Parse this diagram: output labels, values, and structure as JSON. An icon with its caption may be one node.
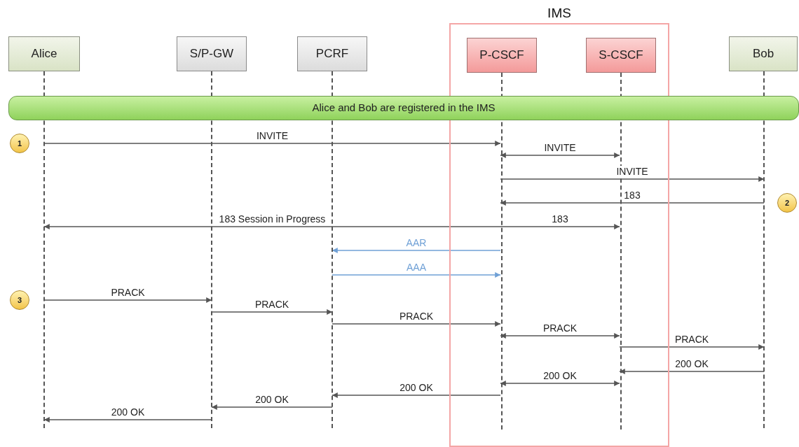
{
  "diagram": {
    "nodes": [
      {
        "text": [
          "IMS"
        ]
      },
      {
        "text": [
          "Alice"
        ]
      },
      {
        "text": [
          "S/P-GW"
        ]
      },
      {
        "text": [
          "PCRF"
        ]
      },
      {
        "text": [
          "P-CSCF"
        ],
        "in": 0
      },
      {
        "text": [
          "S-CSCF"
        ],
        "in": 0
      },
      {
        "text": [
          "Bob"
        ]
      },
      {
        "text": [
          "Alice and Bob are registered in the IMS"
        ]
      },
      {
        "text": [
          "1"
        ]
      },
      {
        "text": [
          "2"
        ]
      },
      {
        "text": [
          "3"
        ]
      },
      {
        "text": [],
        "shape": "line"
      },
      {
        "text": [],
        "shape": "line"
      },
      {
        "text": [],
        "shape": "line"
      },
      {
        "text": [],
        "shape": "line",
        "in": 0
      },
      {
        "text": [],
        "shape": "line",
        "in": 0
      },
      {
        "text": [],
        "shape": "line"
      }
    ],
    "edges": [
      {
        "from": 11,
        "to": 14,
        "arrow": "to",
        "label": "INVITE"
      },
      {
        "from": 14,
        "to": 15,
        "arrow": "both",
        "label": "INVITE"
      },
      {
        "from": 14,
        "to": 16,
        "arrow": "to",
        "label": "INVITE"
      },
      {
        "from": 16,
        "to": 14,
        "arrow": "to",
        "label": "183"
      },
      {
        "from": 14,
        "to": 11,
        "arrow": "to",
        "label": "183 Session in Progress"
      },
      {
        "from": 14,
        "to": 15,
        "arrow": "to",
        "label": "183"
      },
      {
        "from": 14,
        "to": 13,
        "arrow": "to",
        "label": "AAR",
        "color": "#6fa0d6"
      },
      {
        "from": 13,
        "to": 14,
        "arrow": "to",
        "label": "AAA",
        "color": "#6fa0d6"
      },
      {
        "from": 11,
        "to": 12,
        "arrow": "to",
        "label": "PRACK"
      },
      {
        "from": 12,
        "to": 13,
        "arrow": "to",
        "label": "PRACK"
      },
      {
        "from": 13,
        "to": 14,
        "arrow": "to",
        "label": "PRACK"
      },
      {
        "from": 14,
        "to": 15,
        "arrow": "both",
        "label": "PRACK"
      },
      {
        "from": 15,
        "to": 16,
        "arrow": "to",
        "label": "PRACK"
      },
      {
        "from": 16,
        "to": 15,
        "arrow": "to",
        "label": "200 OK"
      },
      {
        "from": 14,
        "to": 15,
        "arrow": "both",
        "label": "200 OK"
      },
      {
        "from": 14,
        "to": 13,
        "arrow": "to",
        "label": "200 OK"
      },
      {
        "from": 13,
        "to": 12,
        "arrow": "to",
        "label": "200 OK"
      },
      {
        "from": 12,
        "to": 11,
        "arrow": "to",
        "label": "200 OK"
      }
    ]
  }
}
